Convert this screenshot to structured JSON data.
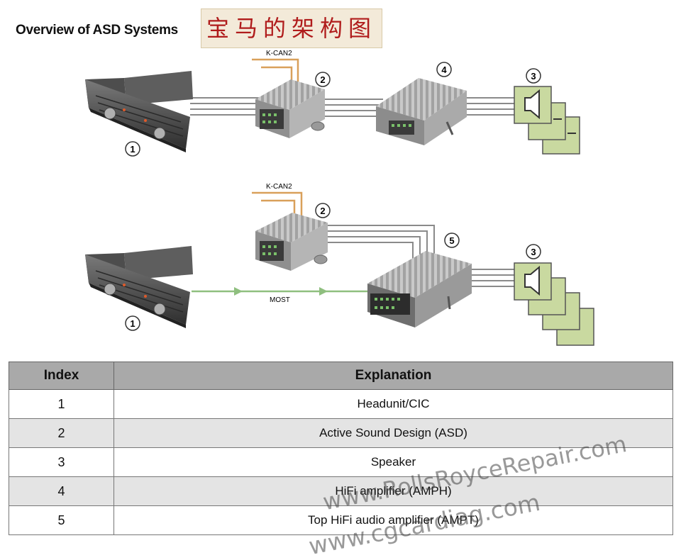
{
  "header": {
    "title": "Overview of ASD Systems",
    "cn_label": "宝马的架构图"
  },
  "diagram": {
    "bus_kcan": "K-CAN2",
    "bus_most": "MOST",
    "callouts": [
      "1",
      "2",
      "3",
      "4",
      "5"
    ]
  },
  "table": {
    "headers": [
      "Index",
      "Explanation"
    ],
    "rows": [
      {
        "index": "1",
        "explanation": "Headunit/CIC"
      },
      {
        "index": "2",
        "explanation": "Active Sound Design (ASD)"
      },
      {
        "index": "3",
        "explanation": "Speaker"
      },
      {
        "index": "4",
        "explanation": "HiFi amplifier (AMPH)"
      },
      {
        "index": "5",
        "explanation": "Top HiFi audio amplifier (AMPT)"
      }
    ]
  },
  "watermarks": [
    "www.RollsRoyceRepair.com",
    "www.cgcardiag.com"
  ],
  "colors": {
    "kcan_wire": "#d9a05a",
    "most_wire": "#8fbf7f",
    "speaker_fill": "#c9d9a0",
    "table_header": "#a9a9a9"
  }
}
